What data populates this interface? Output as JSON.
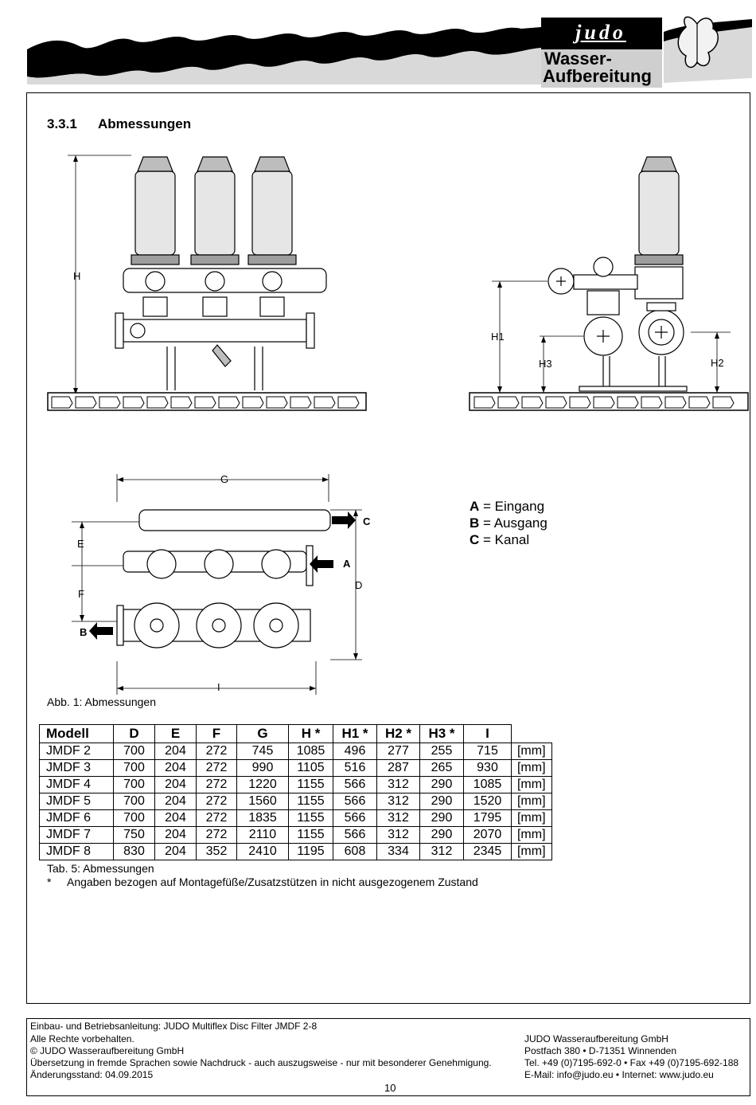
{
  "header": {
    "brand_logo_text": "judo",
    "brand_line1": "Wasser-",
    "brand_line2": "Aufbereitung"
  },
  "section": {
    "number": "3.3.1",
    "title": "Abmessungen"
  },
  "figure": {
    "front_labels": {
      "h": "H"
    },
    "side_labels": {
      "h1": "H1",
      "h2": "H2",
      "h3": "H3"
    },
    "top_labels": {
      "g": "G",
      "e": "E",
      "f": "F",
      "d": "D",
      "i": "I",
      "a": "A",
      "b": "B",
      "c": "C"
    },
    "caption": "Abb. 1: Abmessungen"
  },
  "legend": [
    {
      "key": "A",
      "text": " = Eingang"
    },
    {
      "key": "B",
      "text": " = Ausgang"
    },
    {
      "key": "C",
      "text": " = Kanal"
    }
  ],
  "table": {
    "headers": [
      "Modell",
      "D",
      "E",
      "F",
      "G",
      "H *",
      "H1 *",
      "H2 *",
      "H3 *",
      "I"
    ],
    "unit": "[mm]",
    "rows": [
      [
        "JMDF 2",
        "700",
        "204",
        "272",
        "745",
        "1085",
        "496",
        "277",
        "255",
        "715"
      ],
      [
        "JMDF 3",
        "700",
        "204",
        "272",
        "990",
        "1105",
        "516",
        "287",
        "265",
        "930"
      ],
      [
        "JMDF 4",
        "700",
        "204",
        "272",
        "1220",
        "1155",
        "566",
        "312",
        "290",
        "1085"
      ],
      [
        "JMDF 5",
        "700",
        "204",
        "272",
        "1560",
        "1155",
        "566",
        "312",
        "290",
        "1520"
      ],
      [
        "JMDF 6",
        "700",
        "204",
        "272",
        "1835",
        "1155",
        "566",
        "312",
        "290",
        "1795"
      ],
      [
        "JMDF 7",
        "750",
        "204",
        "272",
        "2110",
        "1155",
        "566",
        "312",
        "290",
        "2070"
      ],
      [
        "JMDF 8",
        "830",
        "204",
        "352",
        "2410",
        "1195",
        "608",
        "334",
        "312",
        "2345"
      ]
    ],
    "caption": "Tab. 5: Abmessungen",
    "footnote_mark": "*",
    "footnote": "Angaben bezogen auf Montagefüße/Zusatzstützen in nicht ausgezogenem Zustand"
  },
  "footer": {
    "left": [
      "Einbau- und Betriebsanleitung: JUDO Multiflex Disc Filter JMDF 2-8",
      "Alle Rechte vorbehalten.",
      "© JUDO Wasseraufbereitung GmbH",
      "Übersetzung in fremde Sprachen sowie Nachdruck - auch auszugsweise - nur mit besonderer Genehmigung.",
      "Änderungsstand: 04.09.2015"
    ],
    "right": [
      "JUDO Wasseraufbereitung GmbH",
      "Postfach 380 • D-71351 Winnenden",
      "Tel. +49 (0)7195-692-0 • Fax +49 (0)7195-692-188",
      "E-Mail: info@judo.eu • Internet: www.judo.eu"
    ],
    "page_number": "10"
  }
}
